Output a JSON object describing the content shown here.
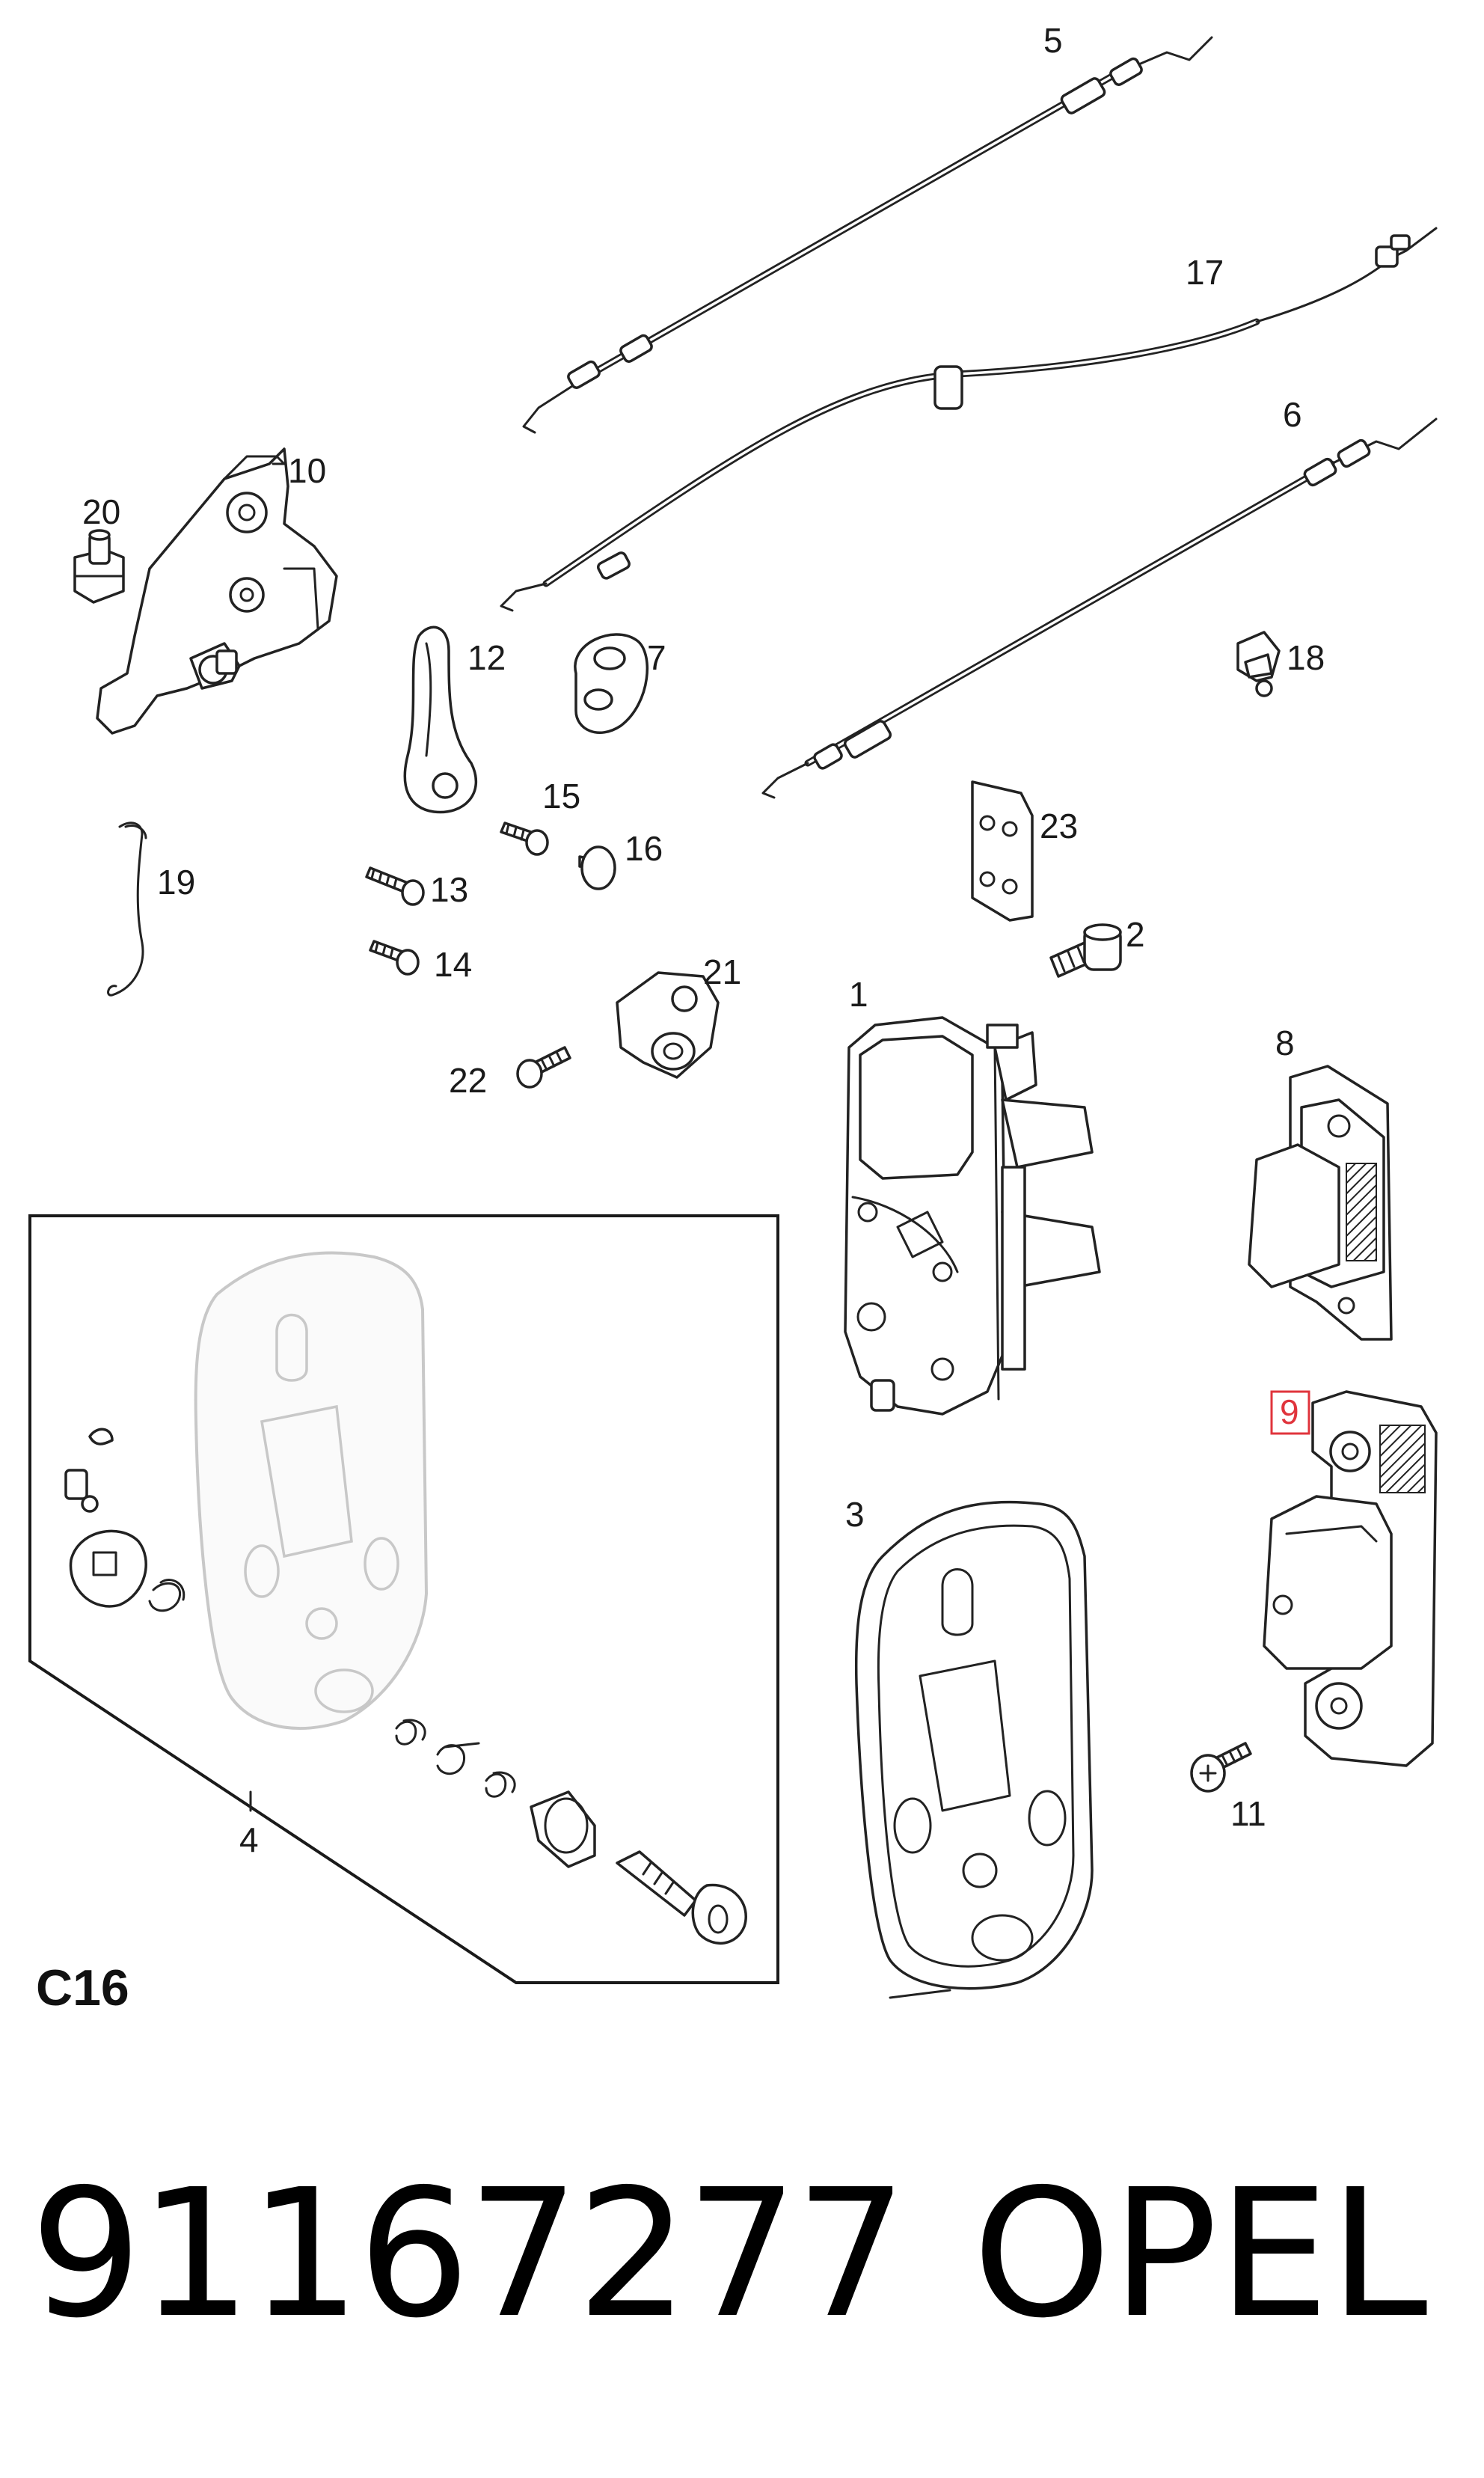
{
  "callouts": {
    "c1": "1",
    "c2": "2",
    "c3": "3",
    "c4": "4",
    "c5": "5",
    "c6": "6",
    "c7": "7",
    "c8": "8",
    "c9": "9",
    "c10": "10",
    "c11": "11",
    "c12": "12",
    "c13": "13",
    "c14": "14",
    "c15": "15",
    "c16": "16",
    "c17": "17",
    "c18": "18",
    "c19": "19",
    "c20": "20",
    "c21": "21",
    "c22": "22",
    "c23": "23"
  },
  "highlight": {
    "part": "9",
    "color": "#e0343c"
  },
  "section_label": "C16",
  "part_number": "91167277",
  "brand": "OPEL"
}
